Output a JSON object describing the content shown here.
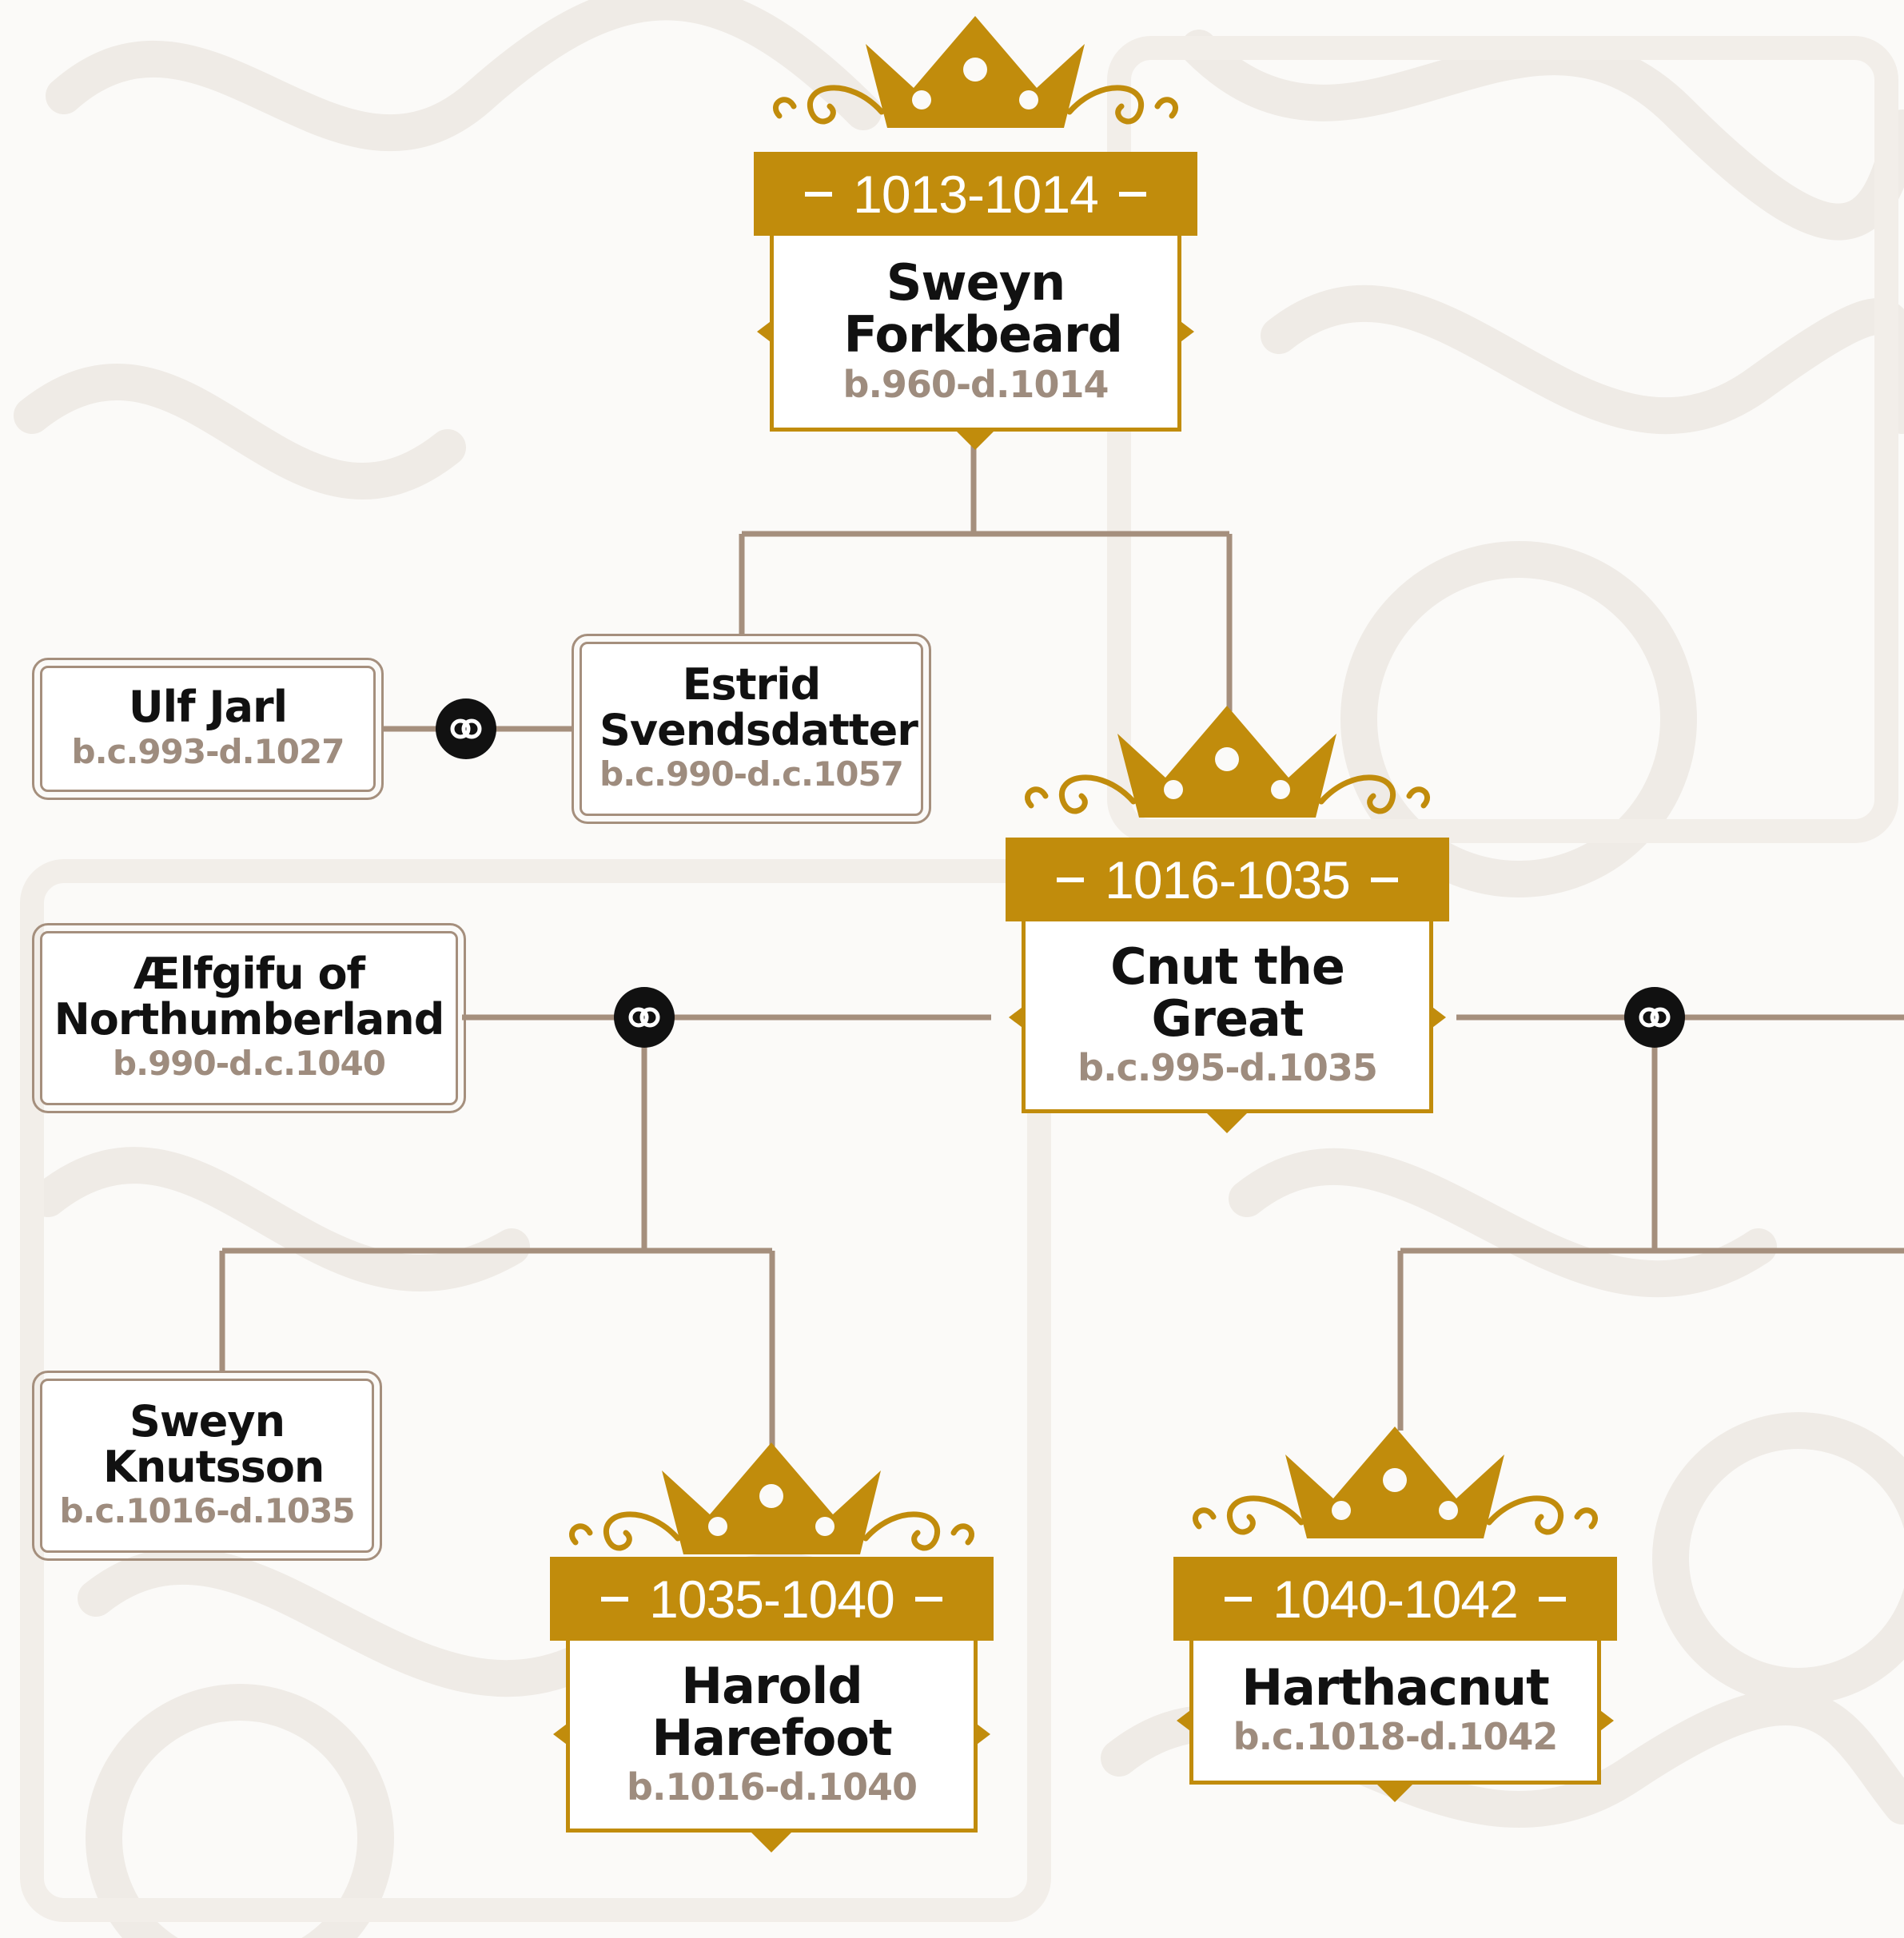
{
  "colors": {
    "gold": "#c18c0c",
    "line": "#a58f7d",
    "name": "#111111",
    "dates": "#9e8c7e",
    "marriage": "#111111",
    "background": "#fbfaf8"
  },
  "marriage_symbol": "interlocked-rings-icon",
  "monarchs": {
    "sweyn_forkbeard": {
      "reign": "1013-1014",
      "name": "Sweyn Forkbeard",
      "dates": "b.960-d.1014"
    },
    "cnut": {
      "reign": "1016-1035",
      "name": "Cnut the Great",
      "dates": "b.c.995-d.1035"
    },
    "harold_harefoot": {
      "reign": "1035-1040",
      "name": "Harold Harefoot",
      "dates": "b.1016-d.1040"
    },
    "harthacnut": {
      "reign": "1040-1042",
      "name": "Harthacnut",
      "dates": "b.c.1018-d.1042"
    }
  },
  "people": {
    "ulf_jarl": {
      "name": "Ulf Jarl",
      "dates": "b.c.993-d.1027"
    },
    "estrid": {
      "name": "Estrid Svendsdatter",
      "dates": "b.c.990-d.c.1057"
    },
    "aelfgifu": {
      "name": "Ælfgifu of Northumberland",
      "dates": "b.990-d.c.1040"
    },
    "sweyn_knutsson": {
      "name": "Sweyn Knutsson",
      "dates": "b.c.1016-d.1035"
    }
  }
}
